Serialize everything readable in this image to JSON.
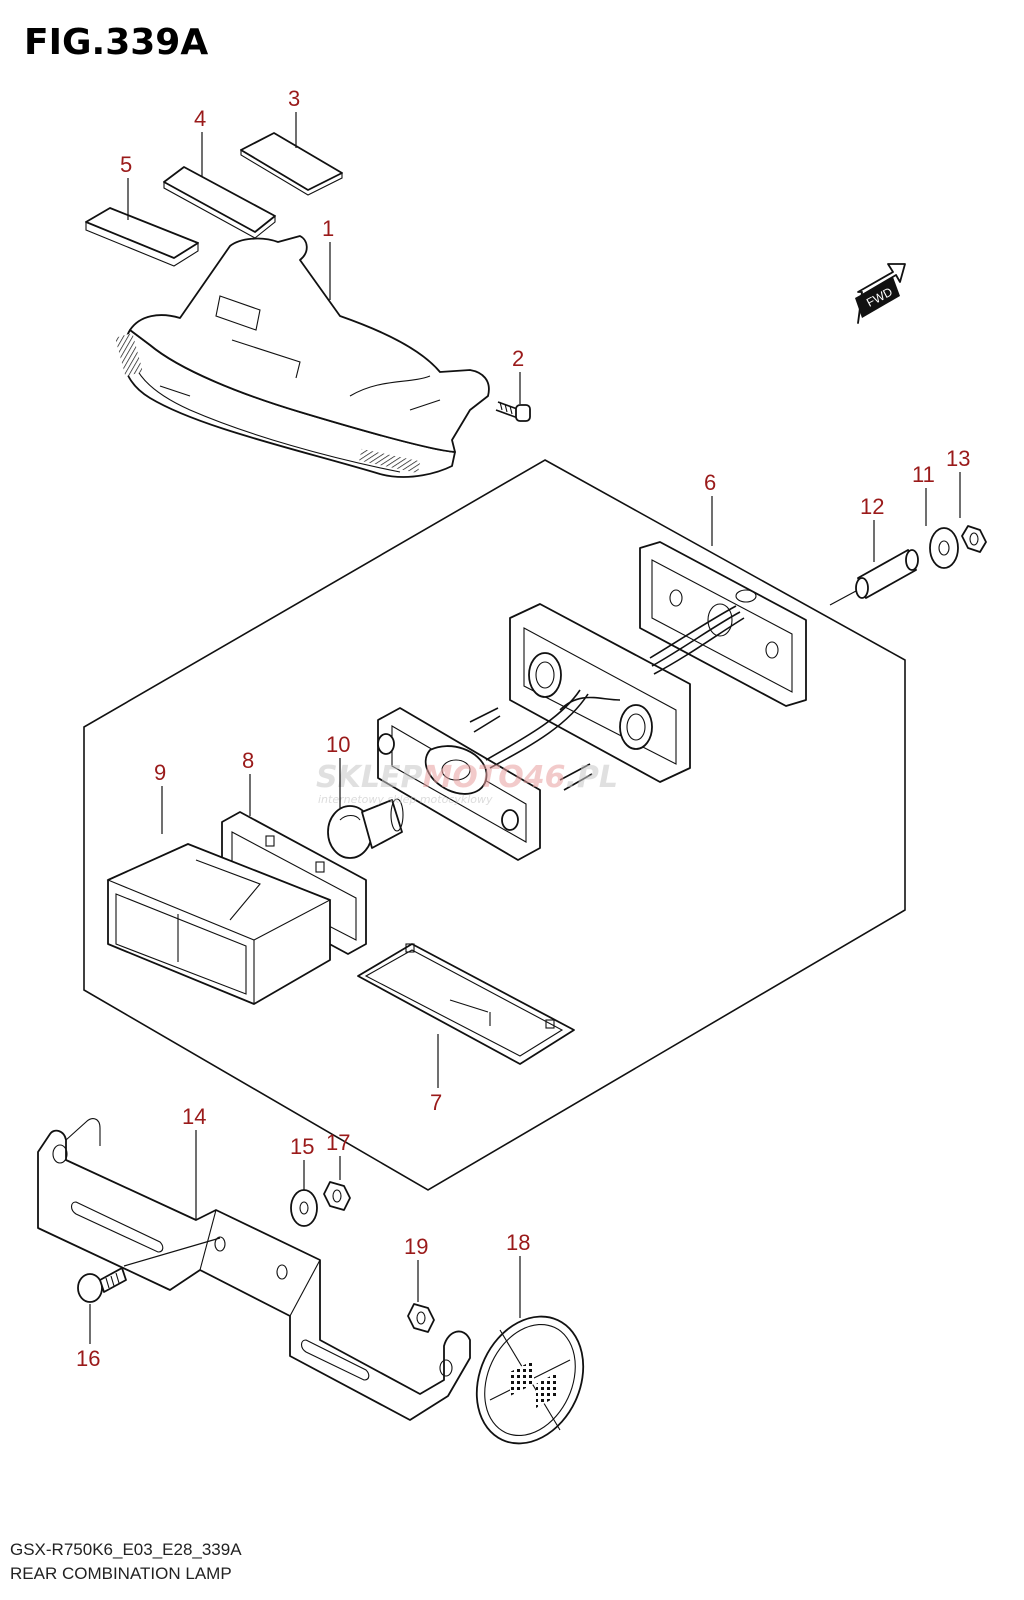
{
  "figure": {
    "title": "FIG.339A",
    "model_code": "GSX-R750K6_E03_E28_339A",
    "name": "REAR COMBINATION LAMP",
    "direction_label": "FWD"
  },
  "watermark": {
    "brand_a": "SKLEP",
    "brand_b": "MOTO46",
    "brand_c": ".PL",
    "tagline": "internetowy sklep motocyklowy"
  },
  "colors": {
    "callout": "#9a1a1a",
    "line": "#111111",
    "watermark_grey": "#c8c8c8",
    "watermark_red": "#e8a0a0"
  },
  "parts": [
    {
      "number": "1",
      "icon": "tail-lamp-housing"
    },
    {
      "number": "2",
      "icon": "screw"
    },
    {
      "number": "3",
      "icon": "pad"
    },
    {
      "number": "4",
      "icon": "reflector-strip"
    },
    {
      "number": "5",
      "icon": "cushion-grid"
    },
    {
      "number": "6",
      "icon": "license-lamp-gasket"
    },
    {
      "number": "7",
      "icon": "lens-cover"
    },
    {
      "number": "8",
      "icon": "lens-gasket"
    },
    {
      "number": "9",
      "icon": "license-lamp-lens"
    },
    {
      "number": "10",
      "icon": "bulb"
    },
    {
      "number": "11",
      "icon": "washer"
    },
    {
      "number": "12",
      "icon": "spacer"
    },
    {
      "number": "13",
      "icon": "nut"
    },
    {
      "number": "14",
      "icon": "bracket"
    },
    {
      "number": "15",
      "icon": "washer"
    },
    {
      "number": "16",
      "icon": "bolt"
    },
    {
      "number": "17",
      "icon": "nut"
    },
    {
      "number": "18",
      "icon": "reflector-round"
    },
    {
      "number": "19",
      "icon": "nut"
    }
  ]
}
